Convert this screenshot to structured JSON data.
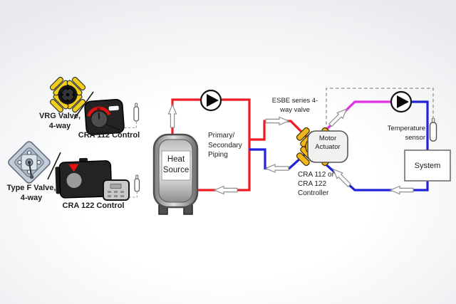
{
  "colors": {
    "supply_pipe": "#ee1c25",
    "return_pipe": "#2222d8",
    "mixed_pipe": "#e52ee5",
    "valve_body_yellow": "#efb71c",
    "vrg_yellow": "#f2ce1c",
    "type_f_grey": "#c2cddb",
    "dashed_line": "#909090"
  },
  "left_panel": {
    "vrg_valve_label": "VRG Valve,\n4-way",
    "cra112_label": "CRA 112 Control",
    "type_f_valve_label": "Type F Valve,\n4-way",
    "cra122_label": "CRA 122 Control"
  },
  "diagram": {
    "heat_source_label": "Heat\nSource",
    "piping_label": "Primary/\nSecondary\nPiping",
    "esbe_valve_label": "ESBE series 4-\nway valve",
    "motor_actuator_label": "Motor\nActuator",
    "controller_label": "CRA 112 or\nCRA 122\nController",
    "temperature_sensor_label": "Temperature\nsensor",
    "system_label": "System"
  }
}
